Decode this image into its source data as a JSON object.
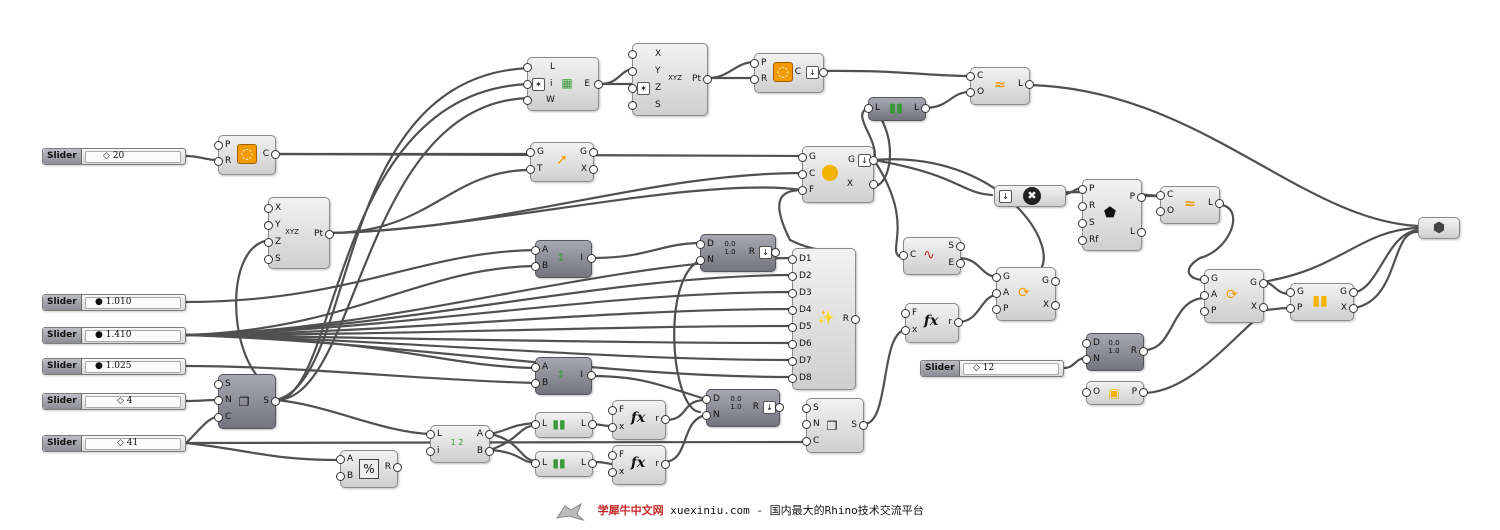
{
  "sliders": [
    {
      "label": "Slider",
      "value": "◇ 20"
    },
    {
      "label": "Slider",
      "value": "● 1.010"
    },
    {
      "label": "Slider",
      "value": "● 1.410"
    },
    {
      "label": "Slider",
      "value": "● 1.025"
    },
    {
      "label": "Slider",
      "value": "◇ 4"
    },
    {
      "label": "Slider",
      "value": "◇ 41"
    },
    {
      "label": "Slider",
      "value": "◇ 12"
    }
  ],
  "ports": {
    "L": "L",
    "i": "i",
    "W": "W",
    "E": "E",
    "X": "X",
    "Y": "Y",
    "Z": "Z",
    "S": "S",
    "Pt": "Pt",
    "P": "P",
    "R": "R",
    "C": "C",
    "G": "G",
    "T": "T",
    "O": "O",
    "F": "F",
    "A": "A",
    "B": "B",
    "I": "I",
    "D": "D",
    "N": "N",
    "D1": "D1",
    "D2": "D2",
    "D3": "D3",
    "D4": "D4",
    "D5": "D5",
    "D6": "D6",
    "D7": "D7",
    "D8": "D8",
    "Rf": "Rf",
    "r": "r",
    "x": "x"
  },
  "icons": {
    "xyz": "XYZ",
    "fx": "fx",
    "range": "0.0\n1.0",
    "pct": "%",
    "listidx": "1 2"
  },
  "footer": {
    "site_cn": "学犀牛中文网",
    "url": "xuexiniu.com",
    "tagline": "- 国内最大的Rhino技术交流平台"
  },
  "colors": {
    "wire": "#4a4a4a",
    "icon_orange": "#f29a00",
    "icon_green": "#3a9a3a",
    "icon_red": "#d03030"
  }
}
